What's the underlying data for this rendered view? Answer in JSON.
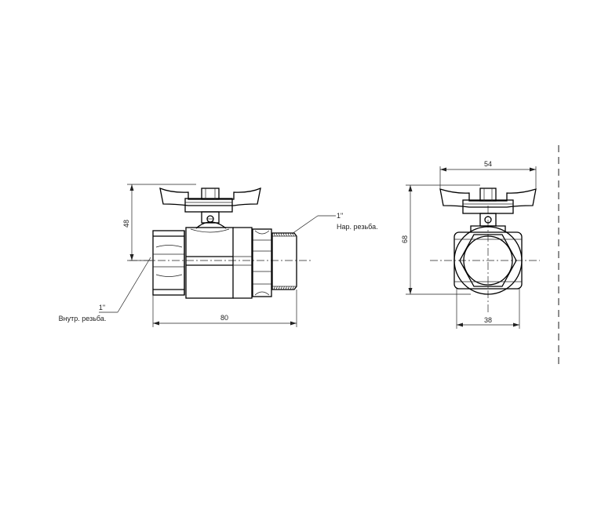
{
  "side_view": {
    "dim_height": "48",
    "dim_length": "80",
    "female_thread_size": "1\"",
    "female_thread_label": "Внутр. резьба.",
    "male_thread_size": "1\"",
    "male_thread_label": "Нар. резьба."
  },
  "front_view": {
    "dim_width": "54",
    "dim_height": "68",
    "dim_bottom": "38"
  }
}
